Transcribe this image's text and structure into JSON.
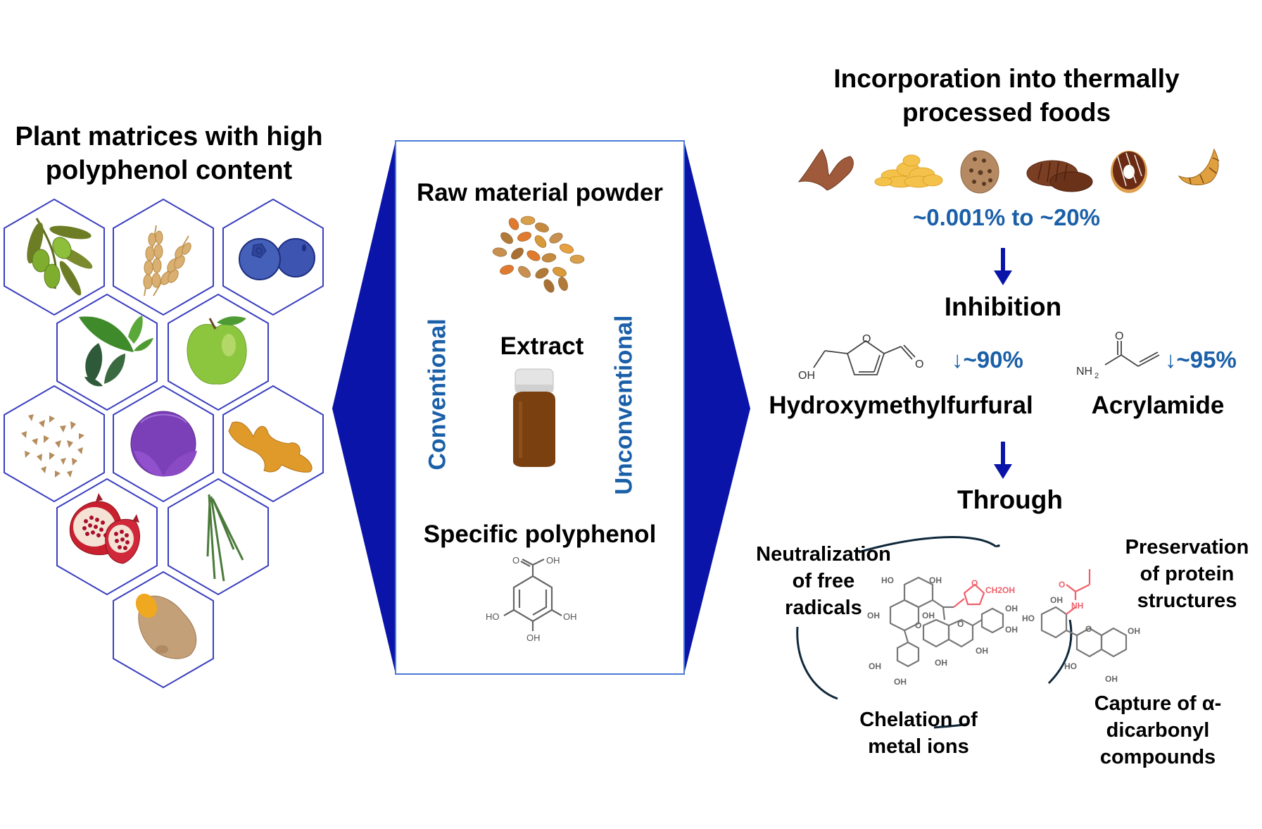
{
  "left_panel": {
    "title_line1": "Plant matrices with high",
    "title_line2": "polyphenol content",
    "matrices": [
      {
        "name": "olive",
        "icon": "olive-branch-icon"
      },
      {
        "name": "wheat",
        "icon": "wheat-icon"
      },
      {
        "name": "blueberry",
        "icon": "blueberry-icon"
      },
      {
        "name": "tea leaves",
        "icon": "tea-leaf-icon"
      },
      {
        "name": "green apple",
        "icon": "apple-icon"
      },
      {
        "name": "buckwheat seeds",
        "icon": "seeds-icon"
      },
      {
        "name": "red cabbage",
        "icon": "cabbage-icon"
      },
      {
        "name": "ginger",
        "icon": "ginger-icon"
      },
      {
        "name": "pomegranate",
        "icon": "pomegranate-icon"
      },
      {
        "name": "lemongrass",
        "icon": "grass-icon"
      },
      {
        "name": "yam",
        "icon": "yam-icon"
      }
    ],
    "hex_color": "#3a3fbf"
  },
  "center_panel": {
    "raw_material_label": "Raw material powder",
    "extract_label": "Extract",
    "specific_label": "Specific polyphenol",
    "conventional_label": "Conventional",
    "unconventional_label": "Unconventional",
    "gallic_acid": {
      "labels": [
        "O",
        "OH",
        "HO",
        "OH",
        "OH"
      ]
    },
    "arrow_color": "#0a14a8"
  },
  "right_panel": {
    "title_line1": "Incorporation into thermally",
    "title_line2": "processed foods",
    "foods": [
      "chicken wing",
      "potato chips",
      "cookie",
      "burger patties",
      "donut",
      "croissant"
    ],
    "range_text": "~0.001% to ~20%",
    "inhibition_label": "Inhibition",
    "hmf": {
      "name": "Hydroxymethylfurfural",
      "reduction": "↓~90%",
      "atoms": {
        "oh": "OH",
        "o_ring": "O",
        "o_ald": "O"
      }
    },
    "acrylamide": {
      "name": "Acrylamide",
      "reduction": "↓~95%",
      "atoms": {
        "o": "O",
        "nh2": "NH",
        "sub": "2"
      }
    },
    "through_label": "Through",
    "mechanisms": {
      "neutralization": [
        "Neutralization",
        "of free",
        "radicals"
      ],
      "preservation": [
        "Preservation",
        "of protein",
        "structures"
      ],
      "chelation": [
        "Chelation of",
        "metal ions"
      ],
      "capture": [
        "Capture of α-",
        "dicarbonyl",
        "compounds"
      ]
    },
    "polyphenol_adduct_labels": {
      "oh": "OH",
      "ho": "HO",
      "o": "O",
      "ch2oh": "CH2OH",
      "nh": "NH"
    },
    "accent_blue": "#1a5fa8",
    "adduct_red": "#f0606a"
  }
}
